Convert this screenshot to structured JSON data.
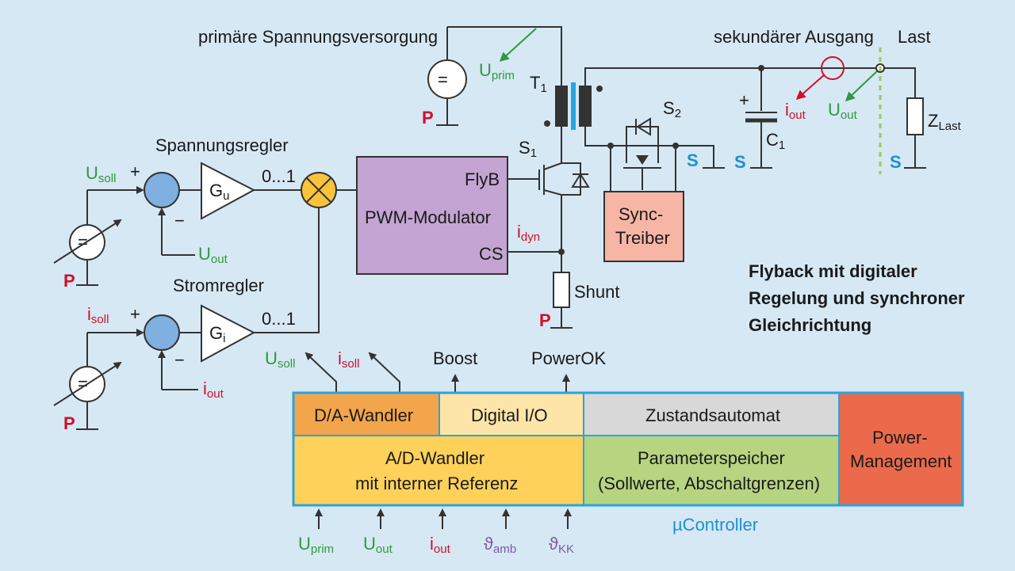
{
  "title_lines": [
    "Flyback mit digitaler",
    "Regelung und synchroner",
    "Gleichrichtung"
  ],
  "labels": {
    "primary_supply": "primäre Spannungsversorgung",
    "secondary_output": "sekundärer Ausgang",
    "load": "Last",
    "voltage_regulator": "Spannungsregler",
    "current_regulator": "Stromregler",
    "pwm": "PWM-Modulator",
    "flyb": "FlyB",
    "cs": "CS",
    "sync_driver_1": "Sync-",
    "sync_driver_2": "Treiber",
    "shunt": "Shunt",
    "range1": "0...1",
    "range2": "0...1",
    "boost": "Boost",
    "powerok": "PowerOK",
    "ucontroller": "µController",
    "plus": "+",
    "minus": "−",
    "equals": "="
  },
  "symbols": {
    "u_soll": {
      "base": "U",
      "sub": "soll"
    },
    "i_soll": {
      "base": "i",
      "sub": "soll"
    },
    "u_out": {
      "base": "U",
      "sub": "out"
    },
    "i_out": {
      "base": "i",
      "sub": "out"
    },
    "u_prim": {
      "base": "U",
      "sub": "prim"
    },
    "i_dyn": {
      "base": "i",
      "sub": "dyn"
    },
    "g_u": {
      "base": "G",
      "sub": "u"
    },
    "g_i": {
      "base": "G",
      "sub": "i"
    },
    "t1": {
      "base": "T",
      "sub": "1"
    },
    "s1": {
      "base": "S",
      "sub": "1"
    },
    "s2": {
      "base": "S",
      "sub": "2"
    },
    "c1": {
      "base": "C",
      "sub": "1"
    },
    "z_last": {
      "base": "Z",
      "sub": "Last"
    },
    "theta_amb": {
      "base": "ϑ",
      "sub": "amb"
    },
    "theta_kk": {
      "base": "ϑ",
      "sub": "KK"
    },
    "ground_p": "P",
    "ground_s": "S"
  },
  "controller_blocks": {
    "da": "D/A-Wandler",
    "dio": "Digital I/O",
    "state": "Zustandsautomat",
    "ad_1": "A/D-Wandler",
    "ad_2": "mit interner Referenz",
    "param_1": "Parameterspeicher",
    "param_2": "(Sollwerte, Abschaltgrenzen)",
    "power_1": "Power-",
    "power_2": "Management"
  },
  "colors": {
    "background": "#d6e8f4",
    "pwm_block": "#c3a4d2",
    "sync_block": "#f7b5a5",
    "summer": "#7fb0e0",
    "multiplier": "#f9c33b",
    "da": "#f2a54a",
    "dio": "#fde4a8",
    "state": "#d8d8d8",
    "ad": "#fdd15a",
    "param": "#b7d480",
    "power": "#ea6a4b",
    "border": "#29a4dc",
    "green": "#2e9a3c",
    "red": "#d0102c",
    "blue": "#1f8fd3",
    "purple": "#7b5aa6"
  }
}
